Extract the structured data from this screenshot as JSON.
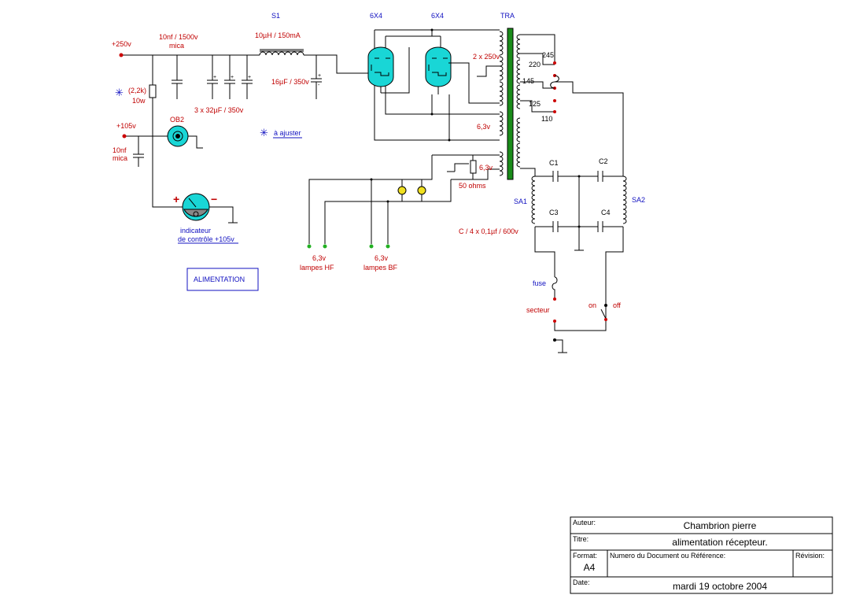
{
  "labels": {
    "s1": "S1",
    "tube1": "6X4",
    "tube2": "6X4",
    "tra": "TRA",
    "plus250": "+250v",
    "cap_10nf_1500": "10nf / 1500v",
    "mica1": "mica",
    "choke": "10µH / 150mA",
    "res_value": "(2,2k)",
    "res_power": "10w",
    "plus105": "+105v",
    "ob2": "OB2",
    "cap_10nf": "10nf",
    "mica2": "mica",
    "caps_3x32": "3 x 32µF / 350v",
    "cap_16": "16µF / 350v",
    "adjust": "à ajuster",
    "sec_2x250": "2 x 250v",
    "fil_63_a": "6,3v",
    "fil_63_b": "6,3v",
    "pot_50": "50 ohms",
    "tap_245": "245",
    "tap_220": "220",
    "tap_145": "145",
    "tap_125": "125",
    "tap_110": "110",
    "c1": "C1",
    "c2": "C2",
    "c3": "C3",
    "c4": "C4",
    "sa1": "SA1",
    "sa2": "SA2",
    "caps_c": "C / 4 x 0,1µf / 600v",
    "fuse": "fuse",
    "secteur": "secteur",
    "on": "on",
    "off": "off",
    "out_hf_v": "6,3v",
    "out_hf": "lampes HF",
    "out_bf_v": "6,3v",
    "out_bf": "lampes BF",
    "meter_plus": "+",
    "meter_minus": "−",
    "indicator_1": "indicateur",
    "indicator_2": "de contrôle +105v",
    "alimentation": "ALIMENTATION"
  },
  "title_block": {
    "author_label": "Auteur:",
    "author": "Chambrion pierre",
    "title_label": "Titre:",
    "title": "alimentation récepteur.",
    "format_label": "Format:",
    "format": "A4",
    "doc_label": "Numero du Document ou Référence:",
    "doc": "",
    "revision_label": "Révision:",
    "revision": "",
    "date_label": "Date:",
    "date": "mardi 19 octobre 2004"
  },
  "colors": {
    "wire": "#000000",
    "label_red": "#c00000",
    "label_blue": "#1010c0",
    "tube_fill": "#19d6d6",
    "core": "#1a8c1a",
    "lamp": "#f0e020",
    "terminal_red": "#cc0000",
    "terminal_green": "#22b022"
  }
}
